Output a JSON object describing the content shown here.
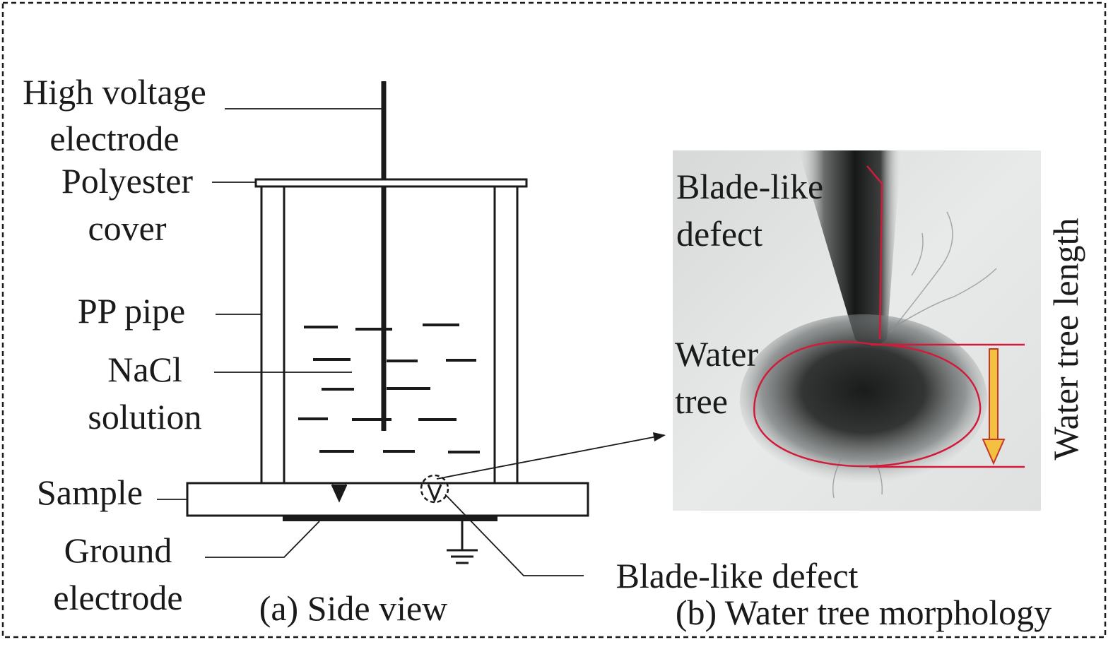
{
  "labels": {
    "hv_line1": "High voltage",
    "hv_line2": "electrode",
    "cover_line1": "Polyester",
    "cover_line2": "cover",
    "pipe": "PP pipe",
    "nacl_line1": "NaCl",
    "nacl_line2": "solution",
    "sample": "Sample",
    "ground_line1": "Ground",
    "ground_line2": "electrode",
    "blade_defect": "Blade-like defect",
    "micro_blade_line1": "Blade-like",
    "micro_blade_line2": "defect",
    "micro_tree_line1": "Water",
    "micro_tree_line2": "tree",
    "tree_length": "Water tree length"
  },
  "captions": {
    "a": "(a) Side view",
    "b": "(b) Water tree morphology"
  },
  "colors": {
    "line": "#1a1a1a",
    "tree_outline": "#d01c3a",
    "length_arrow_fill": "#f4c040",
    "length_arrow_stroke": "#c0392b"
  }
}
